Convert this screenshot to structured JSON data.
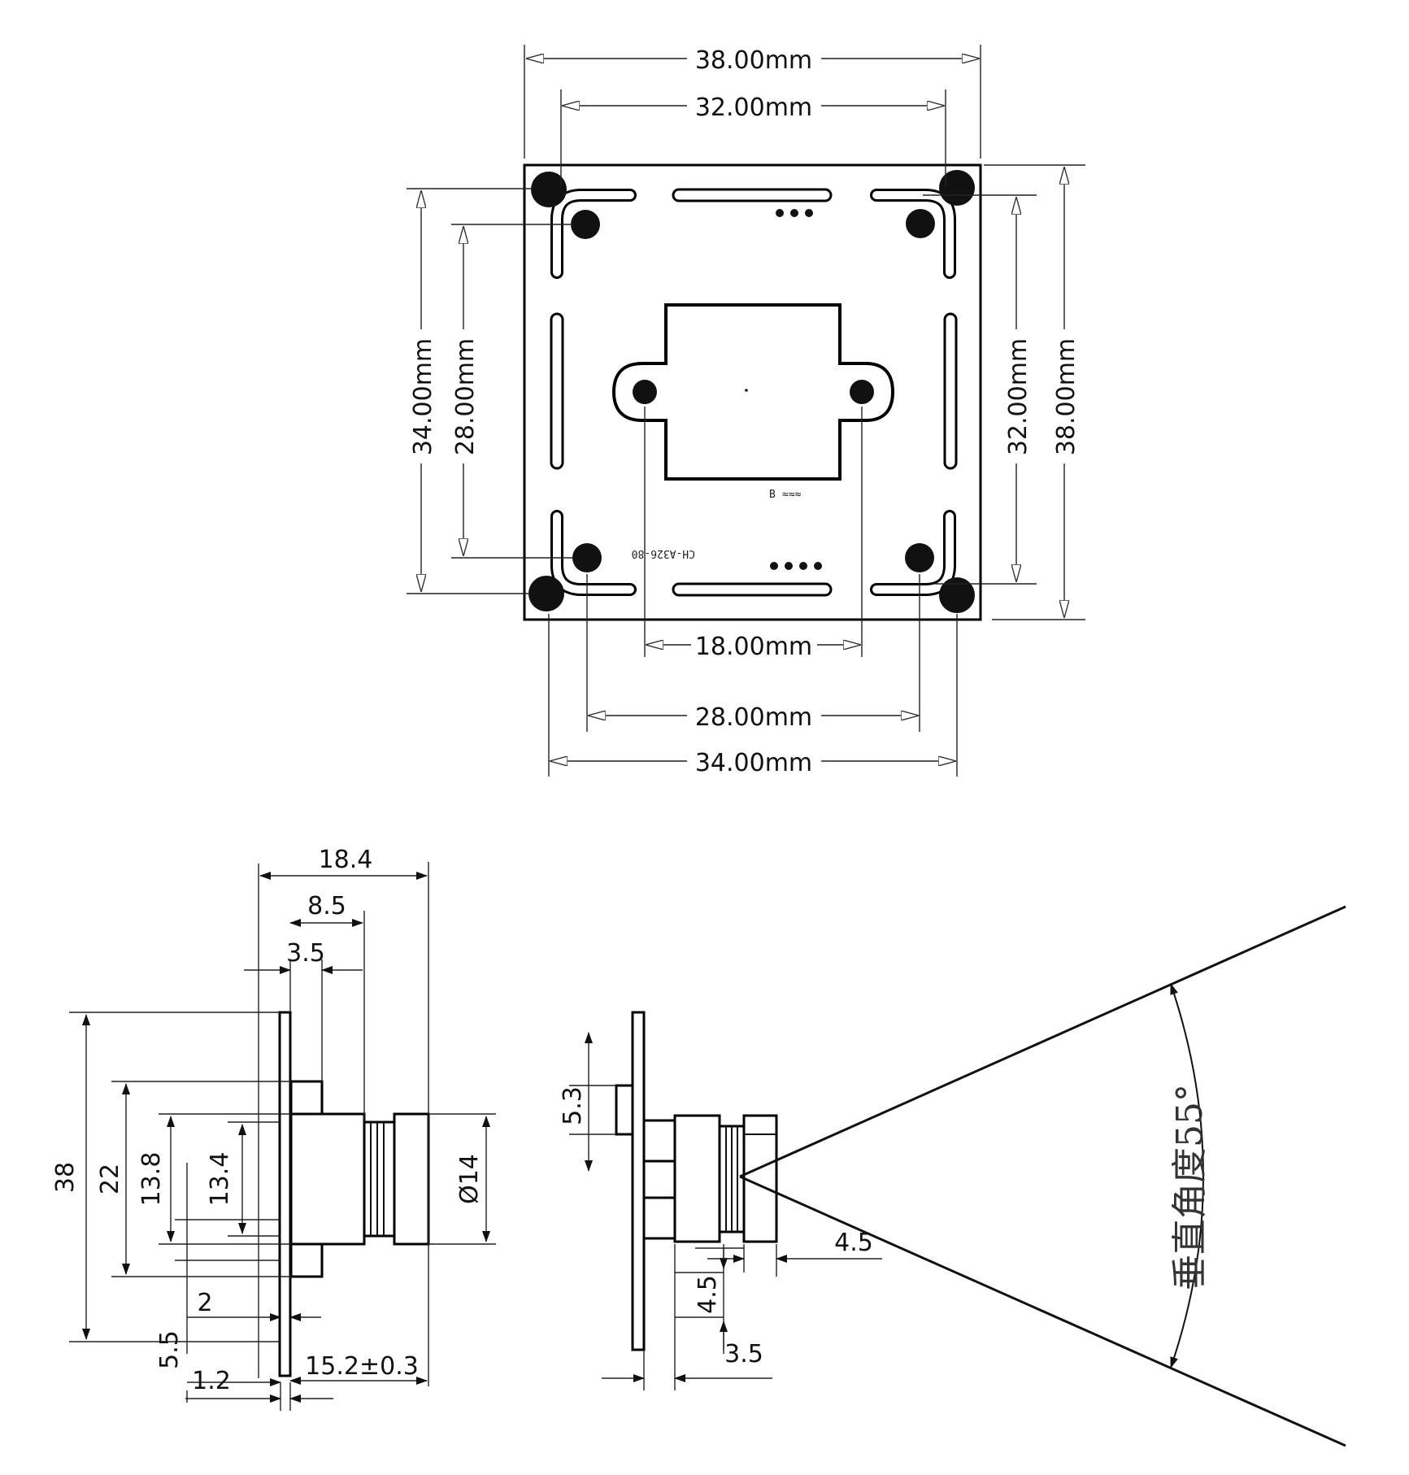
{
  "top_view": {
    "width_outer": "38.00mm",
    "width_inner": "32.00mm",
    "height_left_outer": "34.00mm",
    "height_left_inner": "28.00mm",
    "height_right_inner": "32.00mm",
    "height_right_outer": "38.00mm",
    "bottom_center": "18.00mm",
    "bottom_inner": "28.00mm",
    "bottom_outer": "34.00mm",
    "silk_part": "CH-A326-80",
    "silk_mark": "B"
  },
  "side_view": {
    "total_depth": "18.4",
    "depth_a": "8.5",
    "depth_b": "3.5",
    "h38": "38",
    "h22": "22",
    "h138": "13.8",
    "h134": "13.4",
    "d14": "Ø14",
    "d2": "2",
    "d55": "5.5",
    "d12": "1.2",
    "d152": "15.2±0.3"
  },
  "fov_view": {
    "d53": "5.3",
    "d45a": "4.5",
    "d45b": "4.5",
    "d35": "3.5",
    "angle_label": "垂直角度55°"
  }
}
